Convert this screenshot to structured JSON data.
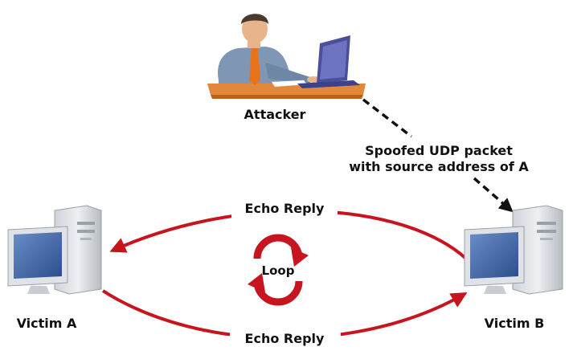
{
  "labels": {
    "attacker": "Attacker",
    "spoof_line1": "Spoofed UDP packet",
    "spoof_line2": "with source address of A",
    "echo_top": "Echo Reply",
    "echo_bottom": "Echo Reply",
    "loop": "Loop",
    "victim_a": "Victim A",
    "victim_b": "Victim B"
  },
  "colors": {
    "arrow_red": "#c8141e",
    "loop_red": "#c8141e",
    "dashed_line": "#111111",
    "tower": "#dfe2e6",
    "monitor_screen": "#3f66a8",
    "shirt": "#7f97b4",
    "tie": "#e8731a",
    "desk": "#e3883a",
    "laptop": "#4a4f9c"
  },
  "icons": {
    "attacker": "man-at-laptop-icon",
    "victim_a": "desktop-computer-icon",
    "victim_b": "desktop-computer-icon",
    "loop": "loop-arrows-icon"
  }
}
